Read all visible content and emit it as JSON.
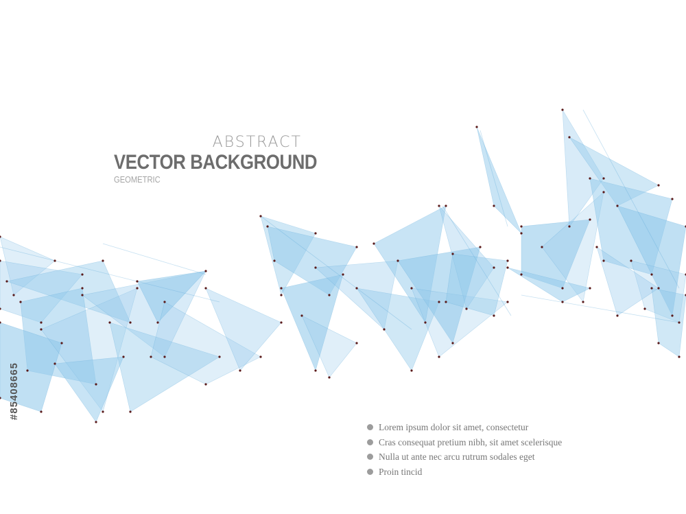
{
  "heading": {
    "line1": "ABSTRACT",
    "line2": "VECTOR BACKGROUND",
    "line3": "GEOMETRIC"
  },
  "bullets": [
    "Lorem ipsum dolor sit amet, consectetur",
    "Cras consequat pretium nibh, sit amet scelerisque",
    "Nulla ut ante nec arcu rutrum sodales eget",
    "Proin tincid"
  ],
  "stock_id": "#85408665",
  "colors": {
    "background": "#ffffff",
    "shard_fill": "#8ec7ea",
    "shard_stroke": "#5aa6d8",
    "node_dot": "#5a1a1a",
    "heading_text": "#6d6d6d"
  }
}
